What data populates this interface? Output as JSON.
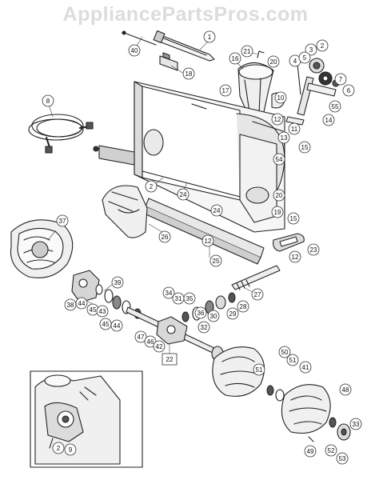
{
  "watermark": "AppliancePartsPros.com",
  "callouts": [
    {
      "id": "c1",
      "label": "1",
      "shape": "circle"
    },
    {
      "id": "c40",
      "label": "40",
      "shape": "circle"
    },
    {
      "id": "c18",
      "label": "18",
      "shape": "circle"
    },
    {
      "id": "c21",
      "label": "21",
      "shape": "circle"
    },
    {
      "id": "c16",
      "label": "16",
      "shape": "circle"
    },
    {
      "id": "c20a",
      "label": "20",
      "shape": "circle"
    },
    {
      "id": "c3",
      "label": "3",
      "shape": "circle"
    },
    {
      "id": "c2a",
      "label": "2",
      "shape": "circle"
    },
    {
      "id": "c4",
      "label": "4",
      "shape": "circle"
    },
    {
      "id": "c5",
      "label": "5",
      "shape": "circle"
    },
    {
      "id": "c7",
      "label": "7",
      "shape": "circle"
    },
    {
      "id": "c6",
      "label": "6",
      "shape": "circle"
    },
    {
      "id": "c17",
      "label": "17",
      "shape": "circle"
    },
    {
      "id": "c10",
      "label": "10",
      "shape": "circle"
    },
    {
      "id": "c55",
      "label": "55",
      "shape": "circle"
    },
    {
      "id": "c12a",
      "label": "12",
      "shape": "circle"
    },
    {
      "id": "c14",
      "label": "14",
      "shape": "circle"
    },
    {
      "id": "c8",
      "label": "8",
      "shape": "circle"
    },
    {
      "id": "c11",
      "label": "11",
      "shape": "circle"
    },
    {
      "id": "c13",
      "label": "13",
      "shape": "circle"
    },
    {
      "id": "c15a",
      "label": "15",
      "shape": "circle"
    },
    {
      "id": "c54",
      "label": "54",
      "shape": "circle"
    },
    {
      "id": "c2b",
      "label": "2",
      "shape": "circle"
    },
    {
      "id": "c24a",
      "label": "24",
      "shape": "circle"
    },
    {
      "id": "c20b",
      "label": "20",
      "shape": "circle"
    },
    {
      "id": "c19",
      "label": "19",
      "shape": "circle"
    },
    {
      "id": "c24b",
      "label": "24",
      "shape": "circle"
    },
    {
      "id": "c15b",
      "label": "15",
      "shape": "circle"
    },
    {
      "id": "c37",
      "label": "37",
      "shape": "circle"
    },
    {
      "id": "c26",
      "label": "26",
      "shape": "circle"
    },
    {
      "id": "c12b",
      "label": "12",
      "shape": "circle"
    },
    {
      "id": "c23",
      "label": "23",
      "shape": "circle"
    },
    {
      "id": "c25",
      "label": "25",
      "shape": "circle"
    },
    {
      "id": "c12c",
      "label": "12",
      "shape": "circle"
    },
    {
      "id": "c39",
      "label": "39",
      "shape": "circle"
    },
    {
      "id": "c27",
      "label": "27",
      "shape": "circle"
    },
    {
      "id": "c38",
      "label": "38",
      "shape": "circle"
    },
    {
      "id": "c44a",
      "label": "44",
      "shape": "circle"
    },
    {
      "id": "c45a",
      "label": "45",
      "shape": "circle"
    },
    {
      "id": "c43",
      "label": "43",
      "shape": "circle"
    },
    {
      "id": "c45b",
      "label": "45",
      "shape": "circle"
    },
    {
      "id": "c44b",
      "label": "44",
      "shape": "circle"
    },
    {
      "id": "c34",
      "label": "34",
      "shape": "circle"
    },
    {
      "id": "c31",
      "label": "31",
      "shape": "circle"
    },
    {
      "id": "c35",
      "label": "35",
      "shape": "circle"
    },
    {
      "id": "c28",
      "label": "28",
      "shape": "circle"
    },
    {
      "id": "c29",
      "label": "29",
      "shape": "circle"
    },
    {
      "id": "c36",
      "label": "36",
      "shape": "circle"
    },
    {
      "id": "c30",
      "label": "30",
      "shape": "circle"
    },
    {
      "id": "c32",
      "label": "32",
      "shape": "circle"
    },
    {
      "id": "c47",
      "label": "47",
      "shape": "circle"
    },
    {
      "id": "c46",
      "label": "46",
      "shape": "circle"
    },
    {
      "id": "c42",
      "label": "42",
      "shape": "circle"
    },
    {
      "id": "c22",
      "label": "22",
      "shape": "box"
    },
    {
      "id": "c50",
      "label": "50",
      "shape": "circle"
    },
    {
      "id": "c51a",
      "label": "51",
      "shape": "circle"
    },
    {
      "id": "c51b",
      "label": "51",
      "shape": "circle"
    },
    {
      "id": "c41",
      "label": "41",
      "shape": "circle"
    },
    {
      "id": "c48",
      "label": "48",
      "shape": "circle"
    },
    {
      "id": "c33",
      "label": "33",
      "shape": "circle"
    },
    {
      "id": "c2c",
      "label": "2",
      "shape": "circle"
    },
    {
      "id": "c9",
      "label": "9",
      "shape": "circle"
    },
    {
      "id": "c49",
      "label": "49",
      "shape": "circle"
    },
    {
      "id": "c52",
      "label": "52",
      "shape": "circle"
    },
    {
      "id": "c53",
      "label": "53",
      "shape": "circle"
    }
  ]
}
